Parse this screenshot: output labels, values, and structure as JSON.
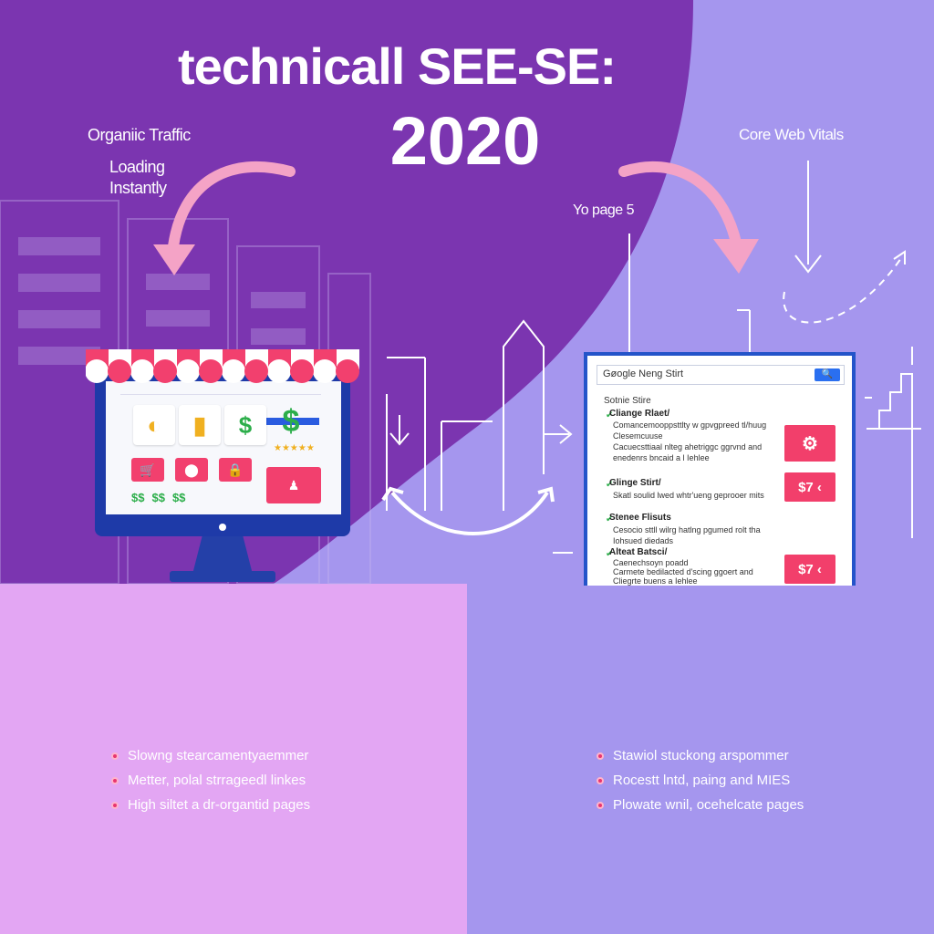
{
  "header": {
    "title": "technicall SEE-SE:",
    "year": "2020"
  },
  "labels": {
    "organic_traffic": "Organiic Traffic",
    "loading_instantly_1": "Loading",
    "loading_instantly_2": "Instantly",
    "top_page": "Yo page 5",
    "core_web_vitals": "Core Web Vitals"
  },
  "search_panel": {
    "query": "Gøogle Neng Stirt",
    "button_label": "🔍",
    "section_label": "Sotnie Stire",
    "results": [
      {
        "heading": "Cliange Rlaet/",
        "lines": [
          "Comancemooppsttlty w gpvgpreed tl/huug",
          "Clesemcuuse",
          "Cacuecsttiaal nlteg ahetriggc ggrvnd and",
          "enedenrs bncaid a l Iehlee"
        ]
      },
      {
        "heading": "Glinge Stirt/",
        "lines": [
          "Skatl soulid lwed whtr'ueng geprooer mits"
        ],
        "price": "$7 ‹"
      },
      {
        "heading": "Stenee Flisuts",
        "lines": [
          "Cesocio sttll wilrg hatlng pgumed rolt tha",
          "Iohsued diedads"
        ]
      },
      {
        "heading": "Alteat Batsci/",
        "lines": [
          "Caenechsoyn poadd",
          "Carmete bedilacted d'scing ggoert and",
          "Cliegrte buens a Iehlee"
        ],
        "price": "$7 ‹"
      }
    ]
  },
  "left_bullets": [
    "Slowng stearcamentyaemmer",
    "Metter, polal strrageedl linkes",
    "High siltet a dr-organtid pages"
  ],
  "right_bullets": [
    "Stawiol stuckong arspommer",
    "Rocestt lntd, paing and MIES",
    "Plowate wnil, ocehelcate pages"
  ],
  "colors": {
    "dark_purple": "#7b35b0",
    "light_purple": "#a596ee",
    "pink_panel": "#e3a6f3",
    "accent_pink": "#f23f6b",
    "blue": "#2454c9"
  }
}
